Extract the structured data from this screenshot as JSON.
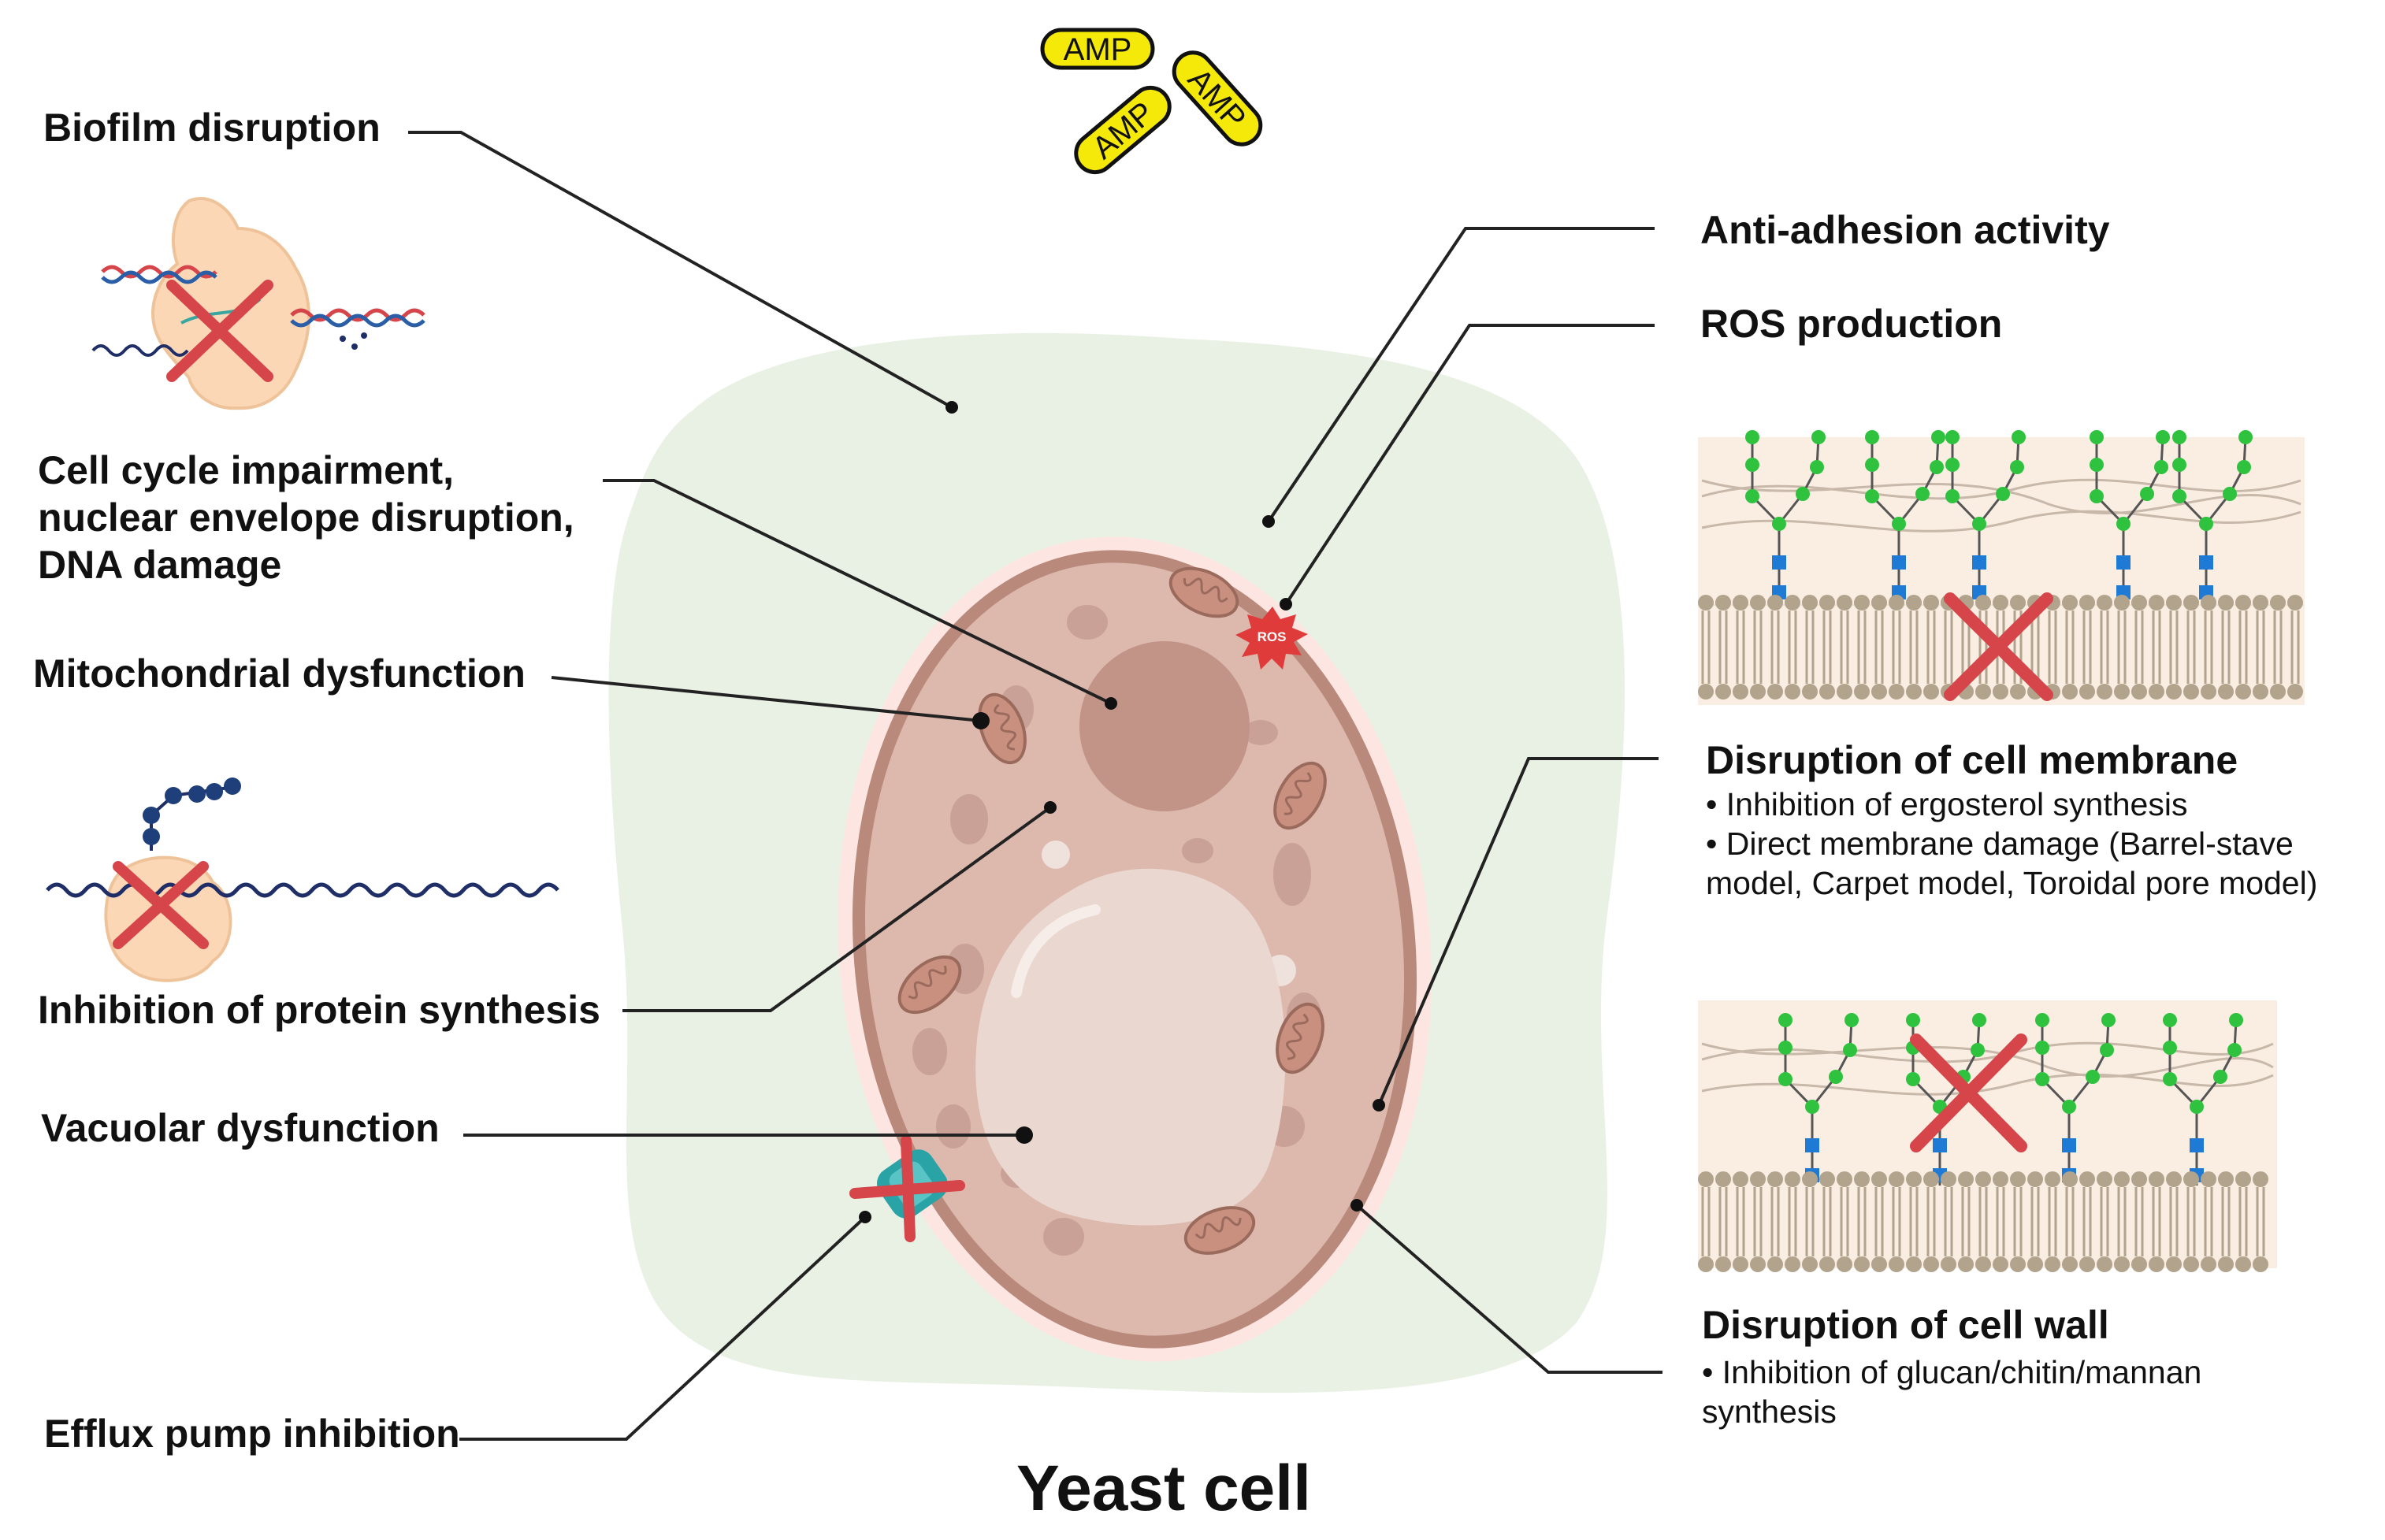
{
  "title": "Yeast cell",
  "amp_label": "AMP",
  "ros_label": "ROS",
  "mechanisms": {
    "biofilm": "Biofilm disruption",
    "cell_cycle": [
      "Cell cycle impairment,",
      "nuclear envelope disruption,",
      "DNA damage"
    ],
    "mitochondrial": "Mitochondrial dysfunction",
    "protein_synthesis": "Inhibition of protein synthesis",
    "vacuolar": "Vacuolar dysfunction",
    "efflux": "Efflux pump inhibition",
    "anti_adhesion": "Anti-adhesion activity",
    "ros": "ROS production",
    "membrane": {
      "title": "Disruption of cell membrane",
      "bullets": [
        "• Inhibition of ergosterol synthesis",
        "• Direct membrane damage (Barrel-stave model, Carpet model, Toroidal pore model)"
      ]
    },
    "wall": {
      "title": "Disruption of cell wall",
      "bullets": [
        "• Inhibition of glucan/chitin/mannan synthesis"
      ]
    }
  },
  "colors": {
    "biofilm": "#e9f1e4",
    "halo": "#fde6e2",
    "cytoplasm": "#dcb8ad",
    "membrane_ring": "#b98a7c",
    "nucleus": "#c29488",
    "vacuole": "#ead7d0",
    "amp": "#f5e90a",
    "inhibit_x": "#d5454a",
    "wall_panel": "#faeee3",
    "glyco_green": "#2fc23e",
    "glyco_blue": "#1f7ad6",
    "lipid": "#b2a38c"
  }
}
